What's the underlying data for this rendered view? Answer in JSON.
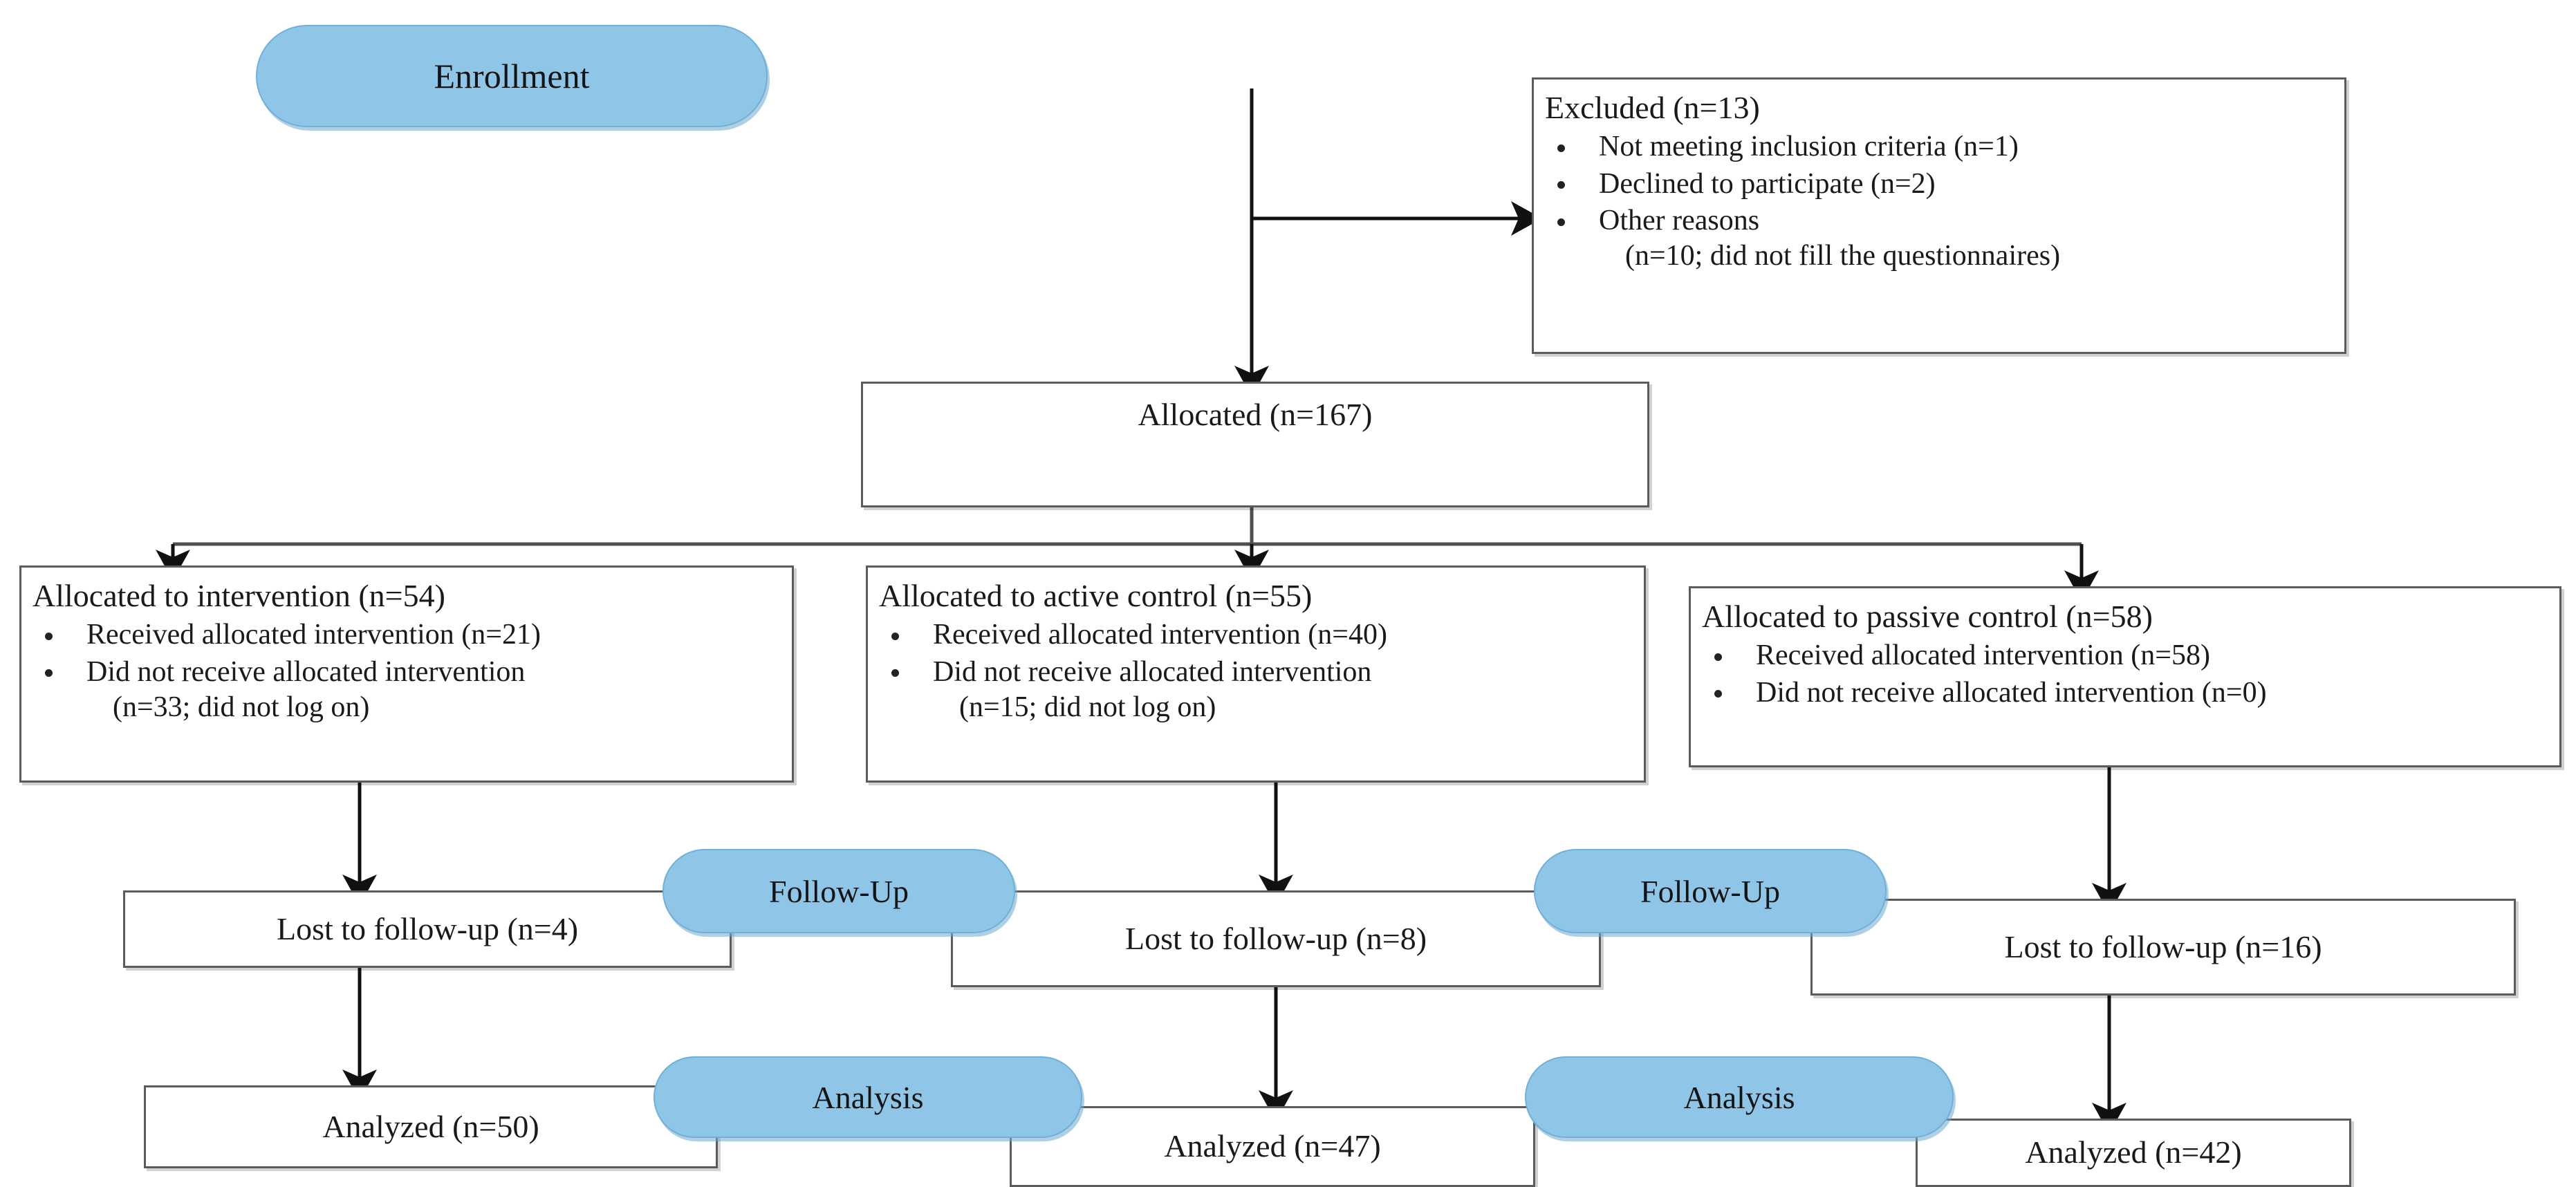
{
  "diagram": {
    "title": "CONSORT participant flow diagram",
    "accent_color": "#8fc6e8",
    "box_border_color": "#5b5b5b"
  },
  "stages": {
    "enrollment_label": "Enrollment",
    "followup_label_1": "Follow-Up",
    "followup_label_2": "Follow-Up",
    "analysis_label_1": "Analysis",
    "analysis_label_2": "Analysis"
  },
  "excluded": {
    "heading": "Excluded (n=13)",
    "reasons": [
      {
        "text": "Not meeting inclusion criteria (n=1)",
        "cont": ""
      },
      {
        "text": "Declined to participate (n=2)",
        "cont": ""
      },
      {
        "text": "Other reasons",
        "cont": "(n=10; did not fill the questionnaires)"
      }
    ]
  },
  "allocated": {
    "label": "Allocated (n=167)"
  },
  "arms": [
    {
      "heading": "Allocated to intervention (n=54)",
      "bullets": [
        {
          "text": "Received allocated intervention (n=21)",
          "cont": ""
        },
        {
          "text": "Did not receive allocated intervention",
          "cont": "(n=33; did not log on)"
        }
      ],
      "lost": "Lost to follow-up (n=4)",
      "analyzed": "Analyzed (n=50)"
    },
    {
      "heading": "Allocated to active control (n=55)",
      "bullets": [
        {
          "text": "Received allocated intervention (n=40)",
          "cont": ""
        },
        {
          "text": "Did not receive allocated intervention",
          "cont": "(n=15; did not log on)"
        }
      ],
      "lost": "Lost to follow-up (n=8)",
      "analyzed": "Analyzed (n=47)"
    },
    {
      "heading": "Allocated to passive control (n=58)",
      "bullets": [
        {
          "text": "Received allocated intervention (n=58)",
          "cont": ""
        },
        {
          "text": "Did not receive allocated intervention (n=0)",
          "cont": ""
        }
      ],
      "lost": "Lost to follow-up (n=16)",
      "analyzed": "Analyzed (n=42)"
    }
  ]
}
